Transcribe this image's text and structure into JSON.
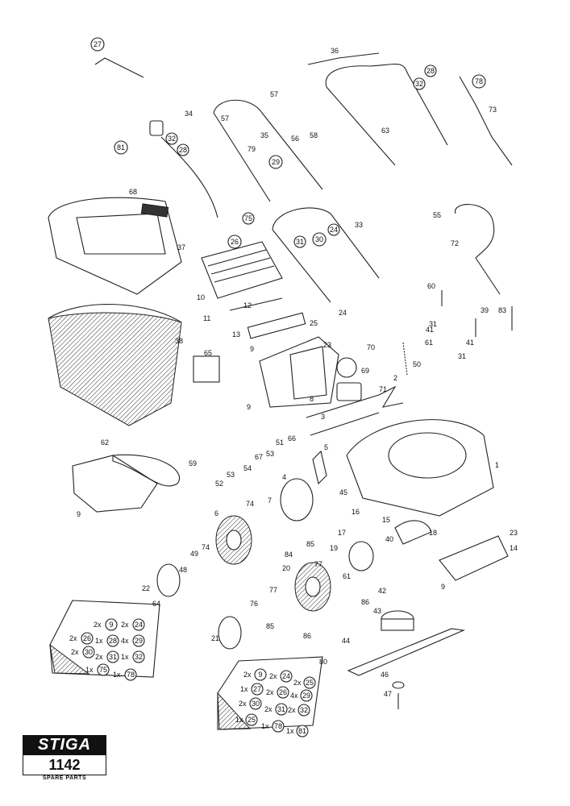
{
  "logo": {
    "brand": "STIGA",
    "model": "1142",
    "subtitle": "SPARE PARTS"
  },
  "callouts": [
    {
      "id": "c1",
      "text": "1"
    },
    {
      "id": "c2",
      "text": "2"
    },
    {
      "id": "c3",
      "text": "3"
    },
    {
      "id": "c4",
      "text": "4"
    },
    {
      "id": "c5",
      "text": "5"
    },
    {
      "id": "c6",
      "text": "6"
    },
    {
      "id": "c7",
      "text": "7"
    },
    {
      "id": "c8",
      "text": "8"
    },
    {
      "id": "c9a",
      "text": "9"
    },
    {
      "id": "c9b",
      "text": "9"
    },
    {
      "id": "c9c",
      "text": "9"
    },
    {
      "id": "c9d",
      "text": "9"
    },
    {
      "id": "c10",
      "text": "10"
    },
    {
      "id": "c11",
      "text": "11"
    },
    {
      "id": "c12",
      "text": "12"
    },
    {
      "id": "c13",
      "text": "13"
    },
    {
      "id": "c14",
      "text": "14"
    },
    {
      "id": "c15",
      "text": "15"
    },
    {
      "id": "c16",
      "text": "16"
    },
    {
      "id": "c17",
      "text": "17"
    },
    {
      "id": "c18",
      "text": "18"
    },
    {
      "id": "c19",
      "text": "19"
    },
    {
      "id": "c20",
      "text": "20"
    },
    {
      "id": "c21",
      "text": "21"
    },
    {
      "id": "c22",
      "text": "22"
    },
    {
      "id": "c23a",
      "text": "23"
    },
    {
      "id": "c23b",
      "text": "23"
    },
    {
      "id": "c24",
      "text": "24"
    },
    {
      "id": "c25",
      "text": "25"
    },
    {
      "id": "c33",
      "text": "33"
    },
    {
      "id": "c34",
      "text": "34"
    },
    {
      "id": "c35",
      "text": "35"
    },
    {
      "id": "c36",
      "text": "36"
    },
    {
      "id": "c37",
      "text": "37"
    },
    {
      "id": "c38",
      "text": "38"
    },
    {
      "id": "c39",
      "text": "39"
    },
    {
      "id": "c40",
      "text": "40"
    },
    {
      "id": "c41a",
      "text": "41"
    },
    {
      "id": "c41b",
      "text": "41"
    },
    {
      "id": "c42",
      "text": "42"
    },
    {
      "id": "c43",
      "text": "43"
    },
    {
      "id": "c44",
      "text": "44"
    },
    {
      "id": "c45",
      "text": "45"
    },
    {
      "id": "c46",
      "text": "46"
    },
    {
      "id": "c47",
      "text": "47"
    },
    {
      "id": "c48",
      "text": "48"
    },
    {
      "id": "c49",
      "text": "49"
    },
    {
      "id": "c50",
      "text": "50"
    },
    {
      "id": "c51",
      "text": "51"
    },
    {
      "id": "c52",
      "text": "52"
    },
    {
      "id": "c53a",
      "text": "53"
    },
    {
      "id": "c53b",
      "text": "53"
    },
    {
      "id": "c54",
      "text": "54"
    },
    {
      "id": "c55",
      "text": "55"
    },
    {
      "id": "c56",
      "text": "56"
    },
    {
      "id": "c57a",
      "text": "57"
    },
    {
      "id": "c57b",
      "text": "57"
    },
    {
      "id": "c58",
      "text": "58"
    },
    {
      "id": "c59",
      "text": "59"
    },
    {
      "id": "c60",
      "text": "60"
    },
    {
      "id": "c61a",
      "text": "61"
    },
    {
      "id": "c61b",
      "text": "61"
    },
    {
      "id": "c62",
      "text": "62"
    },
    {
      "id": "c63",
      "text": "63"
    },
    {
      "id": "c64",
      "text": "64"
    },
    {
      "id": "c65",
      "text": "65"
    },
    {
      "id": "c66",
      "text": "66"
    },
    {
      "id": "c67",
      "text": "67"
    },
    {
      "id": "c68",
      "text": "68"
    },
    {
      "id": "c69",
      "text": "69"
    },
    {
      "id": "c70",
      "text": "70"
    },
    {
      "id": "c71",
      "text": "71"
    },
    {
      "id": "c72",
      "text": "72"
    },
    {
      "id": "c73",
      "text": "73"
    },
    {
      "id": "c74a",
      "text": "74"
    },
    {
      "id": "c74b",
      "text": "74"
    },
    {
      "id": "c76",
      "text": "76"
    },
    {
      "id": "c77a",
      "text": "77"
    },
    {
      "id": "c77b",
      "text": "77"
    },
    {
      "id": "c79",
      "text": "79"
    },
    {
      "id": "c80",
      "text": "80"
    },
    {
      "id": "c83",
      "text": "83"
    },
    {
      "id": "c84",
      "text": "84"
    },
    {
      "id": "c85a",
      "text": "85"
    },
    {
      "id": "c85b",
      "text": "85"
    },
    {
      "id": "c86a",
      "text": "86"
    },
    {
      "id": "c86b",
      "text": "86"
    },
    {
      "id": "c31a",
      "text": "31"
    },
    {
      "id": "c31b",
      "text": "31"
    }
  ],
  "circled": [
    {
      "id": "k27",
      "text": "27"
    },
    {
      "id": "k28a",
      "text": "28"
    },
    {
      "id": "k32a",
      "text": "32"
    },
    {
      "id": "k78a",
      "text": "78"
    },
    {
      "id": "k81",
      "text": "81"
    },
    {
      "id": "k28b",
      "text": "28"
    },
    {
      "id": "k32b",
      "text": "32"
    },
    {
      "id": "k29",
      "text": "29"
    },
    {
      "id": "k75",
      "text": "75"
    },
    {
      "id": "k26",
      "text": "26"
    },
    {
      "id": "k31",
      "text": "31"
    },
    {
      "id": "k30",
      "text": "30"
    },
    {
      "id": "k24",
      "text": "24"
    }
  ],
  "bag64": {
    "items": [
      {
        "qty": "2x",
        "num": "9"
      },
      {
        "qty": "2x",
        "num": "24"
      },
      {
        "qty": "2x",
        "num": "26"
      },
      {
        "qty": "1x",
        "num": "28"
      },
      {
        "qty": "4x",
        "num": "29"
      },
      {
        "qty": "2x",
        "num": "30"
      },
      {
        "qty": "2x",
        "num": "31"
      },
      {
        "qty": "1x",
        "num": "32"
      },
      {
        "qty": "1x",
        "num": "75"
      },
      {
        "qty": "1x",
        "num": "78"
      }
    ]
  },
  "bag80": {
    "items": [
      {
        "qty": "2x",
        "num": "9"
      },
      {
        "qty": "2x",
        "num": "24"
      },
      {
        "qty": "2x",
        "num": "25"
      },
      {
        "qty": "1x",
        "num": "27"
      },
      {
        "qty": "2x",
        "num": "26"
      },
      {
        "qty": "4x",
        "num": "29"
      },
      {
        "qty": "2x",
        "num": "30"
      },
      {
        "qty": "2x",
        "num": "31"
      },
      {
        "qty": "2x",
        "num": "32"
      },
      {
        "qty": "1x",
        "num": "25"
      },
      {
        "qty": "1x",
        "num": "78"
      },
      {
        "qty": "1x",
        "num": "81"
      }
    ]
  }
}
